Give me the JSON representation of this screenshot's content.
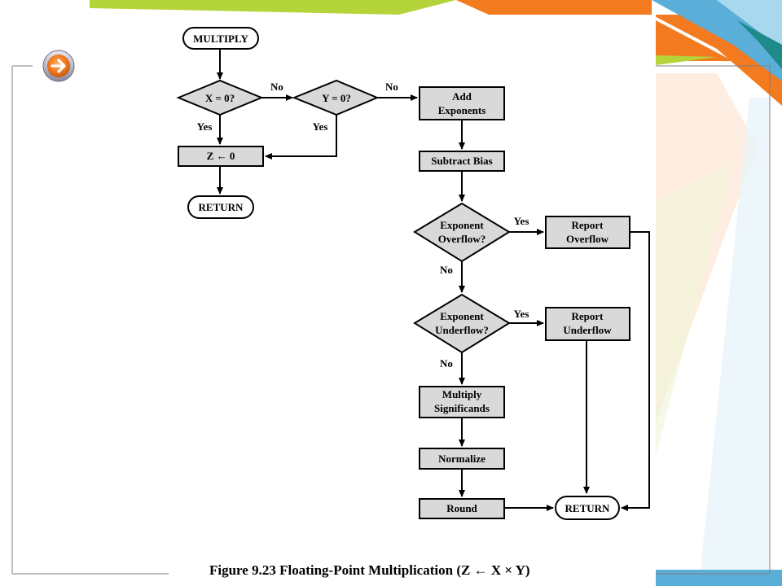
{
  "slide": {
    "caption": "Figure 9.23  Floating-Point Multiplication (Z ← X × Y)"
  },
  "flowchart": {
    "start": "MULTIPLY",
    "x_check": "X = 0?",
    "y_check": "Y = 0?",
    "set_zero": "Z ←  0",
    "return_left": "RETURN",
    "add_exponents": [
      "Add",
      "Exponents"
    ],
    "subtract_bias": "Subtract Bias",
    "overflow_check": [
      "Exponent",
      "Overflow?"
    ],
    "report_overflow": [
      "Report",
      "Overflow"
    ],
    "underflow_check": [
      "Exponent",
      "Underflow?"
    ],
    "report_underflow": [
      "Report",
      "Underflow"
    ],
    "multiply_significands": [
      "Multiply",
      "Significands"
    ],
    "normalize": "Normalize",
    "round": "Round",
    "return_right": "RETURN",
    "labels": {
      "no": "No",
      "yes": "Yes"
    }
  },
  "colors": {
    "process_fill": "#d9d9d9",
    "decision_fill": "#d9d9d9",
    "stroke": "#000000",
    "accent_orange": "#f47a1f",
    "accent_green": "#b5d43a",
    "accent_blue": "#5aaed8",
    "accent_teal": "#1f8a8a"
  },
  "icons": {
    "nav": "arrow-right-icon"
  }
}
